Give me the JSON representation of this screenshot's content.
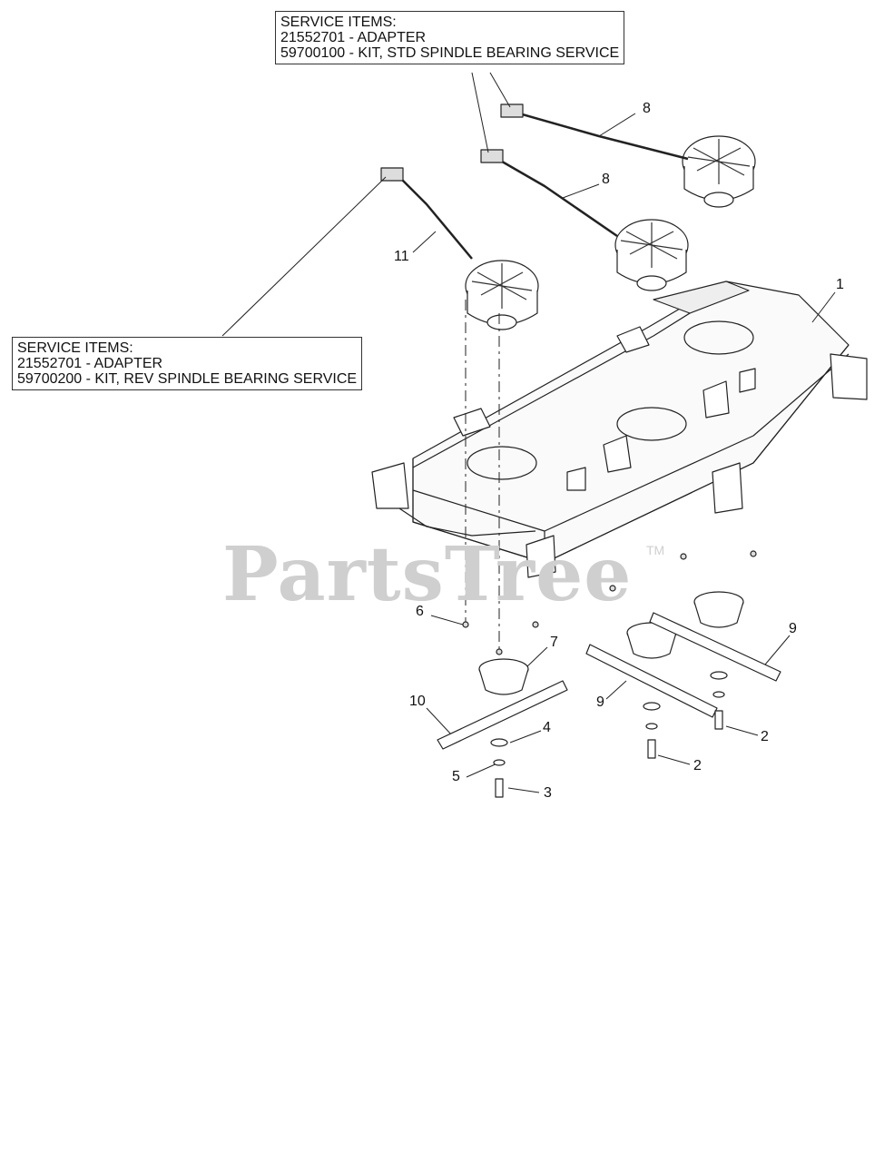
{
  "service_box_std": {
    "heading": "SERVICE ITEMS:",
    "lines": [
      "21552701 - ADAPTER",
      "59700100 - KIT, STD SPINDLE BEARING SERVICE"
    ]
  },
  "service_box_rev": {
    "heading": "SERVICE ITEMS:",
    "lines": [
      "21552701 - ADAPTER",
      "59700200 - KIT, REV SPINDLE BEARING SERVICE"
    ]
  },
  "callouts": {
    "c1": "1",
    "c2a": "2",
    "c2b": "2",
    "c3": "3",
    "c4": "4",
    "c5": "5",
    "c6": "6",
    "c7": "7",
    "c8a": "8",
    "c8b": "8",
    "c9a": "9",
    "c9b": "9",
    "c10": "10",
    "c11": "11"
  },
  "watermark": {
    "text": "PartsTree",
    "tm": "TM"
  }
}
